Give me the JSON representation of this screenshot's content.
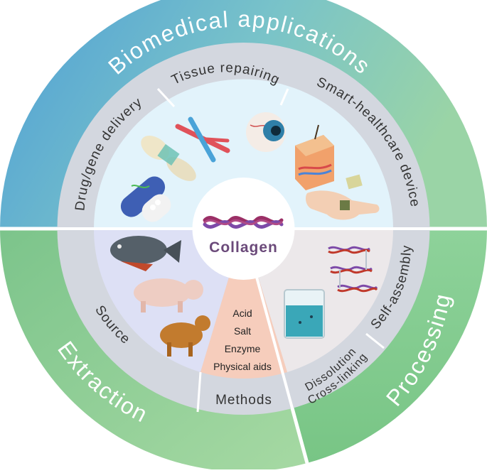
{
  "center": {
    "label": "Collagen"
  },
  "sections": {
    "biomedical": {
      "title": "Biomedical applications",
      "sub_labels": [
        "Tissue repairing",
        "Drug/gene delivery",
        "Smart-healthcare device"
      ]
    },
    "extraction": {
      "title": "Extraction",
      "sub_labels": [
        "Source",
        "Methods"
      ],
      "methods": [
        "Acid",
        "Salt",
        "Enzyme",
        "Physical aids"
      ]
    },
    "processing": {
      "title": "Processing",
      "sub_labels": [
        "Self-assembly",
        "Dissolution",
        "Cross-linking"
      ]
    }
  },
  "colors": {
    "biomedical_gradient_start": "#5aa7d6",
    "biomedical_gradient_end": "#8fd0a8",
    "extraction_ring": "#8fcf97",
    "processing_ring": "#82cb8c",
    "middle_ring": "#d3d7df",
    "biomedical_inner": "#e2f3fb",
    "extraction_inner": "#dde0f5",
    "processing_inner": "#ece8ea",
    "methods_wedge": "#f6cdbc",
    "center_fill": "#ffffff",
    "center_text": "#6b4a7a"
  },
  "icons": [
    "collagen-triple-helix-icon",
    "bone-joint-icon",
    "blood-vessel-icon",
    "eye-icon",
    "skin-layer-icon",
    "capsule-icon",
    "hand-with-sensor-icon",
    "fish-icon",
    "pig-icon",
    "cow-icon",
    "beaker-icon",
    "collagen-fibril-icon"
  ]
}
